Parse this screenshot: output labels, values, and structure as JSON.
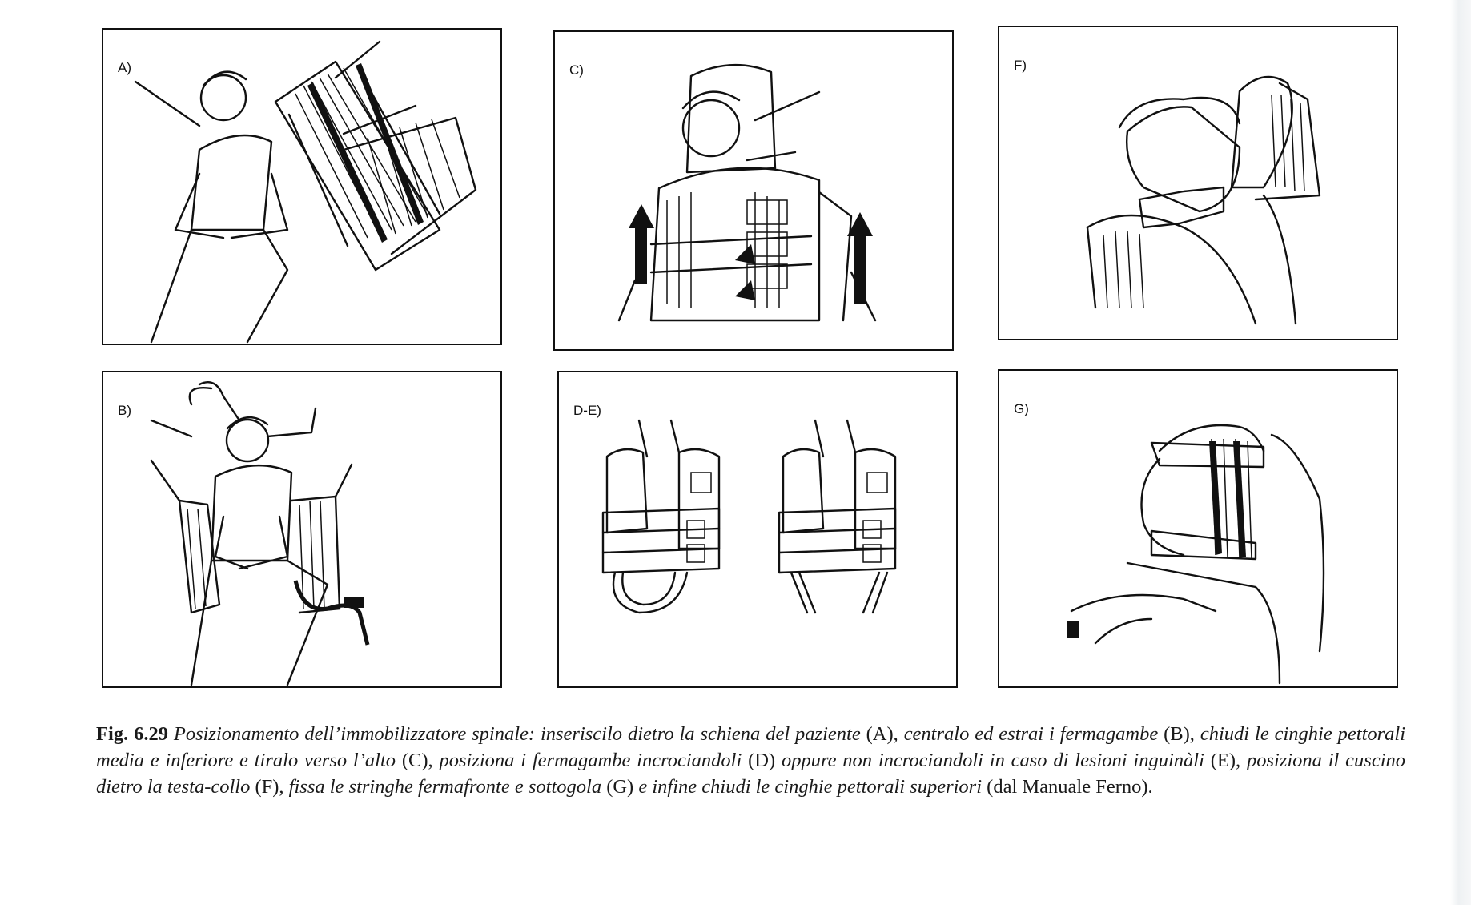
{
  "panels": [
    {
      "id": "A",
      "label": "A)"
    },
    {
      "id": "C",
      "label": "C)"
    },
    {
      "id": "F",
      "label": "F)"
    },
    {
      "id": "B",
      "label": "B)"
    },
    {
      "id": "DE",
      "label": "D-E)"
    },
    {
      "id": "G",
      "label": "G)"
    }
  ],
  "caption": {
    "fig_no": "Fig. 6.29",
    "p1": "Posizionamento dell’immobilizzatore spinale: inseriscilo dietro la schiena del paziente",
    "r1": "(A),",
    "p2": "centralo ed estrai i fermagambe",
    "r2": "(B),",
    "p3": "chiudi le cinghie pettorali media e inferiore e tiralo verso l’alto",
    "r3": "(C),",
    "p4": "posiziona i fermagambe incrociandoli",
    "r4": "(D)",
    "p5": "oppure non incrociandoli in caso di lesioni inguinàli",
    "r5": "(E),",
    "p6": "posiziona il cuscino dietro la testa-collo",
    "r6": "(F),",
    "p7": "fissa le stringhe fermafronte e sottogola",
    "r7": "(G)",
    "p8": "e infine chiudi le cinghie pettorali superiori",
    "r8": "(dal Manuale Ferno)."
  }
}
